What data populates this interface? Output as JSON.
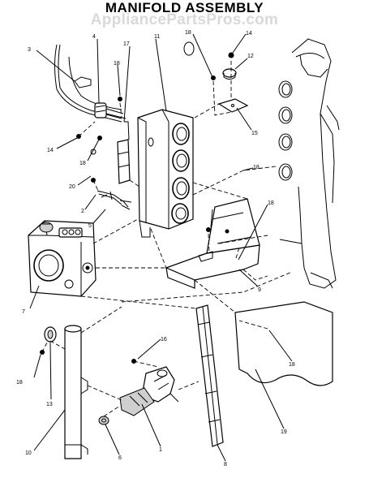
{
  "diagram": {
    "title": "MANIFOLD ASSEMBLY",
    "watermark": "AppliancePartsPros.com",
    "callouts": {
      "c3": "3",
      "c4": "4",
      "c17": "17",
      "c11": "11",
      "c18a": "18",
      "c14a": "14",
      "c12": "12",
      "c18b": "18",
      "c15": "15",
      "c14b": "14",
      "c18c": "18",
      "c20": "20",
      "c2": "2",
      "c5": "5",
      "c18d": "18",
      "c18e": "18",
      "c7": "7",
      "c9": "9",
      "c16": "16",
      "c18f": "18",
      "c18g": "18",
      "c13": "13",
      "c10": "10",
      "c6": "6",
      "c1": "1",
      "c8": "8",
      "c19": "19"
    }
  }
}
